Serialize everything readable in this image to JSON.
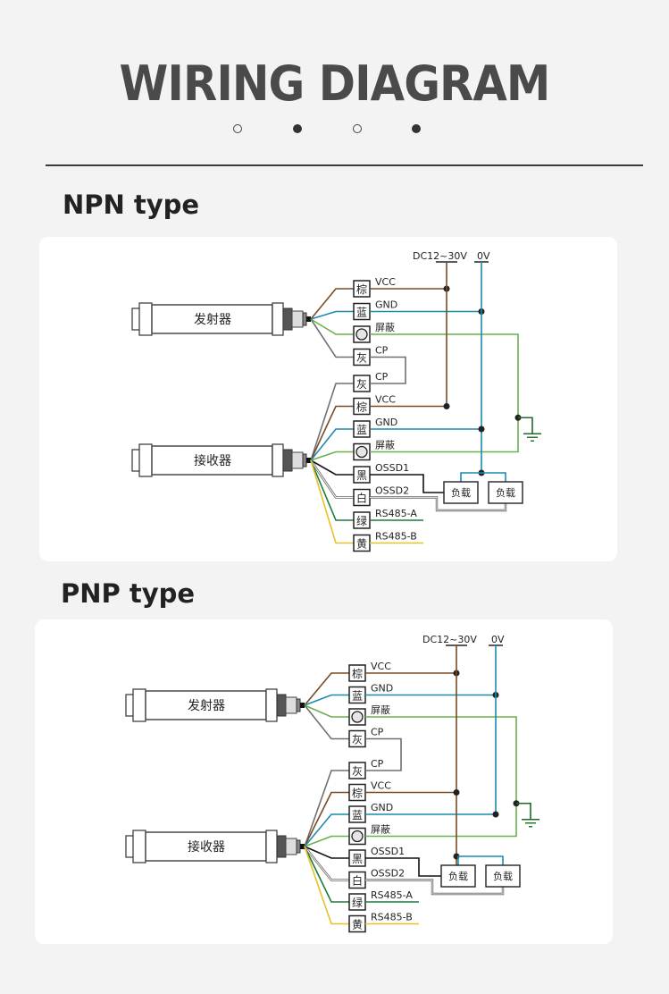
{
  "header": {
    "title": "WIRING DIAGRAM",
    "dots": [
      "hollow",
      "filled",
      "hollow",
      "filled"
    ]
  },
  "colors": {
    "brown": "#7a4a22",
    "blue": "#1a8ab0",
    "green": "#6ab04c",
    "gray": "#707070",
    "black": "#111111",
    "white_wire": "#888888",
    "dark_green": "#1e7a3a",
    "yellow": "#e6c229"
  },
  "sections": [
    {
      "title": "NPN type",
      "power_labels": {
        "dc": "DC12~30V",
        "zero": "0V"
      },
      "emitter": {
        "label": "发射器",
        "wires": [
          {
            "code": "棕",
            "signal": "VCC",
            "color": "brown"
          },
          {
            "code": "蓝",
            "signal": "GND",
            "color": "blue"
          },
          {
            "code": "○",
            "signal": "屏蔽",
            "color": "green"
          },
          {
            "code": "灰",
            "signal": "CP",
            "color": "gray"
          }
        ]
      },
      "receiver": {
        "label": "接收器",
        "wires": [
          {
            "code": "灰",
            "signal": "CP",
            "color": "gray"
          },
          {
            "code": "棕",
            "signal": "VCC",
            "color": "brown"
          },
          {
            "code": "蓝",
            "signal": "GND",
            "color": "blue"
          },
          {
            "code": "○",
            "signal": "屏蔽",
            "color": "green"
          },
          {
            "code": "黑",
            "signal": "OSSD1",
            "color": "black"
          },
          {
            "code": "白",
            "signal": "OSSD2",
            "color": "white_wire"
          },
          {
            "code": "绿",
            "signal": "RS485-A",
            "color": "dark_green"
          },
          {
            "code": "黄",
            "signal": "RS485-B",
            "color": "yellow"
          }
        ]
      },
      "loads": [
        "负载",
        "负载"
      ],
      "load_common": "zero"
    },
    {
      "title": "PNP type",
      "power_labels": {
        "dc": "DC12~30V",
        "zero": "0V"
      },
      "emitter": {
        "label": "发射器",
        "wires": [
          {
            "code": "棕",
            "signal": "VCC",
            "color": "brown"
          },
          {
            "code": "蓝",
            "signal": "GND",
            "color": "blue"
          },
          {
            "code": "○",
            "signal": "屏蔽",
            "color": "green"
          },
          {
            "code": "灰",
            "signal": "CP",
            "color": "gray"
          }
        ]
      },
      "receiver": {
        "label": "接收器",
        "wires": [
          {
            "code": "灰",
            "signal": "CP",
            "color": "gray"
          },
          {
            "code": "棕",
            "signal": "VCC",
            "color": "brown"
          },
          {
            "code": "蓝",
            "signal": "GND",
            "color": "blue"
          },
          {
            "code": "○",
            "signal": "屏蔽",
            "color": "green"
          },
          {
            "code": "黑",
            "signal": "OSSD1",
            "color": "black"
          },
          {
            "code": "白",
            "signal": "OSSD2",
            "color": "white_wire"
          },
          {
            "code": "绿",
            "signal": "RS485-A",
            "color": "dark_green"
          },
          {
            "code": "黄",
            "signal": "RS485-B",
            "color": "yellow"
          }
        ]
      },
      "loads": [
        "负载",
        "负载"
      ],
      "load_common": "dc"
    }
  ]
}
